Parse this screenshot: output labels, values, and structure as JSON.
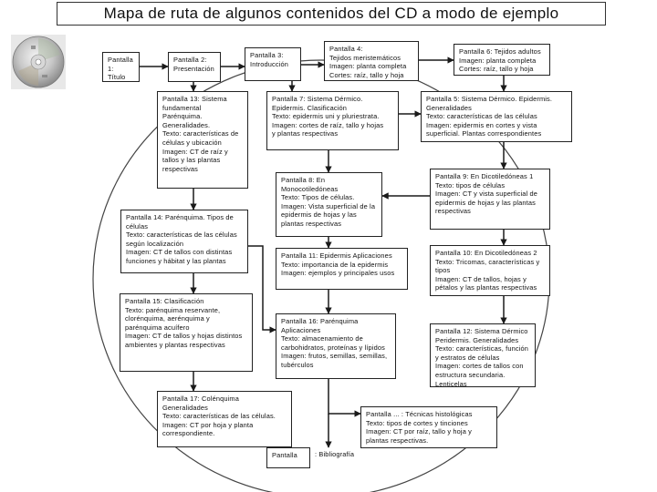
{
  "title": "Mapa de ruta de algunos contenidos del CD a modo de ejemplo",
  "disc_icon": "cd-disc-icon",
  "colors": {
    "box_border": "#222222",
    "arrow": "#1a1a1a",
    "circle": "#444444"
  },
  "nodes": {
    "p1": "Pantalla 1:\nTítulo",
    "p2": "Pantalla 2:\nPresentación",
    "p3": "Pantalla 3:\nIntroducción",
    "p4": "Pantalla 4:\nTejidos meristemáticos\nImagen: planta completa\nCortes: raíz, tallo y hoja",
    "p6": "Pantalla 6: Tejidos adultos\nImagen: planta completa\nCortes: raíz, tallo y hoja",
    "p13": "Pantalla 13: Sistema fundamental\nParénquima.\nGeneralidades.\nTexto: características de células y ubicación\nImagen: CT de raíz y tallos y las plantas respectivas",
    "p7": "Pantalla 7: Sistema Dérmico.\nEpidermis. Clasificación\nTexto: epidermis uni y pluriestrata.\nImagen: cortes de raíz, tallo y hojas\ny plantas respectivas",
    "p5": "Pantalla 5: Sistema Dérmico. Epidermis.\nGeneralidades\nTexto: características de las células\nImagen: epidermis en cortes y vista superficial. Plantas correspondientes",
    "p8": "Pantalla 8: En Monocotiledóneas\nTexto: Tipos de células.\nImagen: Vista superficial de la epidermis de hojas y las plantas respectivas",
    "p9": "Pantalla 9: En Dicotiledóneas 1\nTexto: tipos de células\nImagen: CT y vista superficial de epidermis de hojas y las plantas respectivas",
    "p14": "Pantalla 14: Parénquima. Tipos de células\nTexto: características de las células según localización\nImagen: CT de tallos con distintas funciones y hábitat y las plantas",
    "p11": "Pantalla 11: Epidermis Aplicaciones\nTexto: importancia de la epidermis\nImagen: ejemplos y principales usos",
    "p10": "Pantalla 10: En Dicotiledóneas 2\nTexto: Tricomas, características y tipos\nImagen: CT de tallos, hojas y pétalos y las plantas respectivas",
    "p15": "Pantalla 15: Clasificación\nTexto: parénquima reservante, clorénquima, aerénquima y parénquima acuífero\nImagen: CT de tallos y hojas distintos ambientes y plantas respectivas",
    "p16": "Pantalla 16: Parénquima\nAplicaciones\nTexto: almacenamiento de carbohidratos, proteínas y lípidos\nImagen: frutos, semillas, semillas, tubérculos",
    "p12": "Pantalla 12: Sistema Dérmico\nPeridermis. Generalidades\nTexto: características, función y estratos de células\nImagen: cortes de tallos con estructura secundaria. Lenticelas",
    "p17": "Pantalla 17: Colénquima\nGeneralidades\nTexto: características de las células.\nImagen: CT por hoja y planta correspondiente.",
    "pt": "Pantalla ... : Técnicas histológicas\nTexto: tipos de cortes y tinciones\nImagen: CT por raíz, tallo y hoja y plantas respectivas.",
    "pb_left": "Pantalla",
    "pb_right": ": Bibliografía"
  }
}
